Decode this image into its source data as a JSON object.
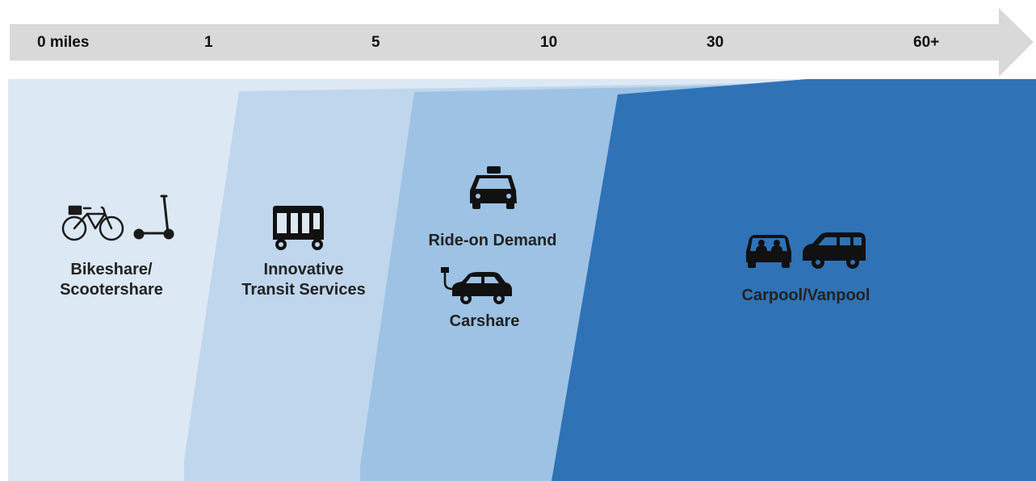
{
  "distance_scale": {
    "labels": [
      "0 miles",
      "1",
      "5",
      "10",
      "30",
      "60+"
    ]
  },
  "modes": {
    "bikeshare": {
      "label_line1": "Bikeshare/",
      "label_line2": "Scootershare",
      "icons": [
        "bicycle-icon",
        "scooter-icon"
      ]
    },
    "innovative_transit": {
      "label_line1": "Innovative",
      "label_line2": "Transit Services",
      "icons": [
        "tuk-tuk-icon"
      ]
    },
    "ride_on_demand": {
      "label": "Ride-on Demand",
      "icons": [
        "taxi-icon"
      ]
    },
    "carshare": {
      "label": "Carshare",
      "icons": [
        "electric-car-icon"
      ]
    },
    "carpool_vanpool": {
      "label": "Carpool/Vanpool",
      "icons": [
        "carpool-car-icon",
        "van-icon"
      ]
    }
  },
  "colors": {
    "arrow": "#d9d9d9",
    "band1": "#dce8f4",
    "band2": "#bfd6ec",
    "band3": "#9dc2e4",
    "band4": "#2f72b6"
  }
}
